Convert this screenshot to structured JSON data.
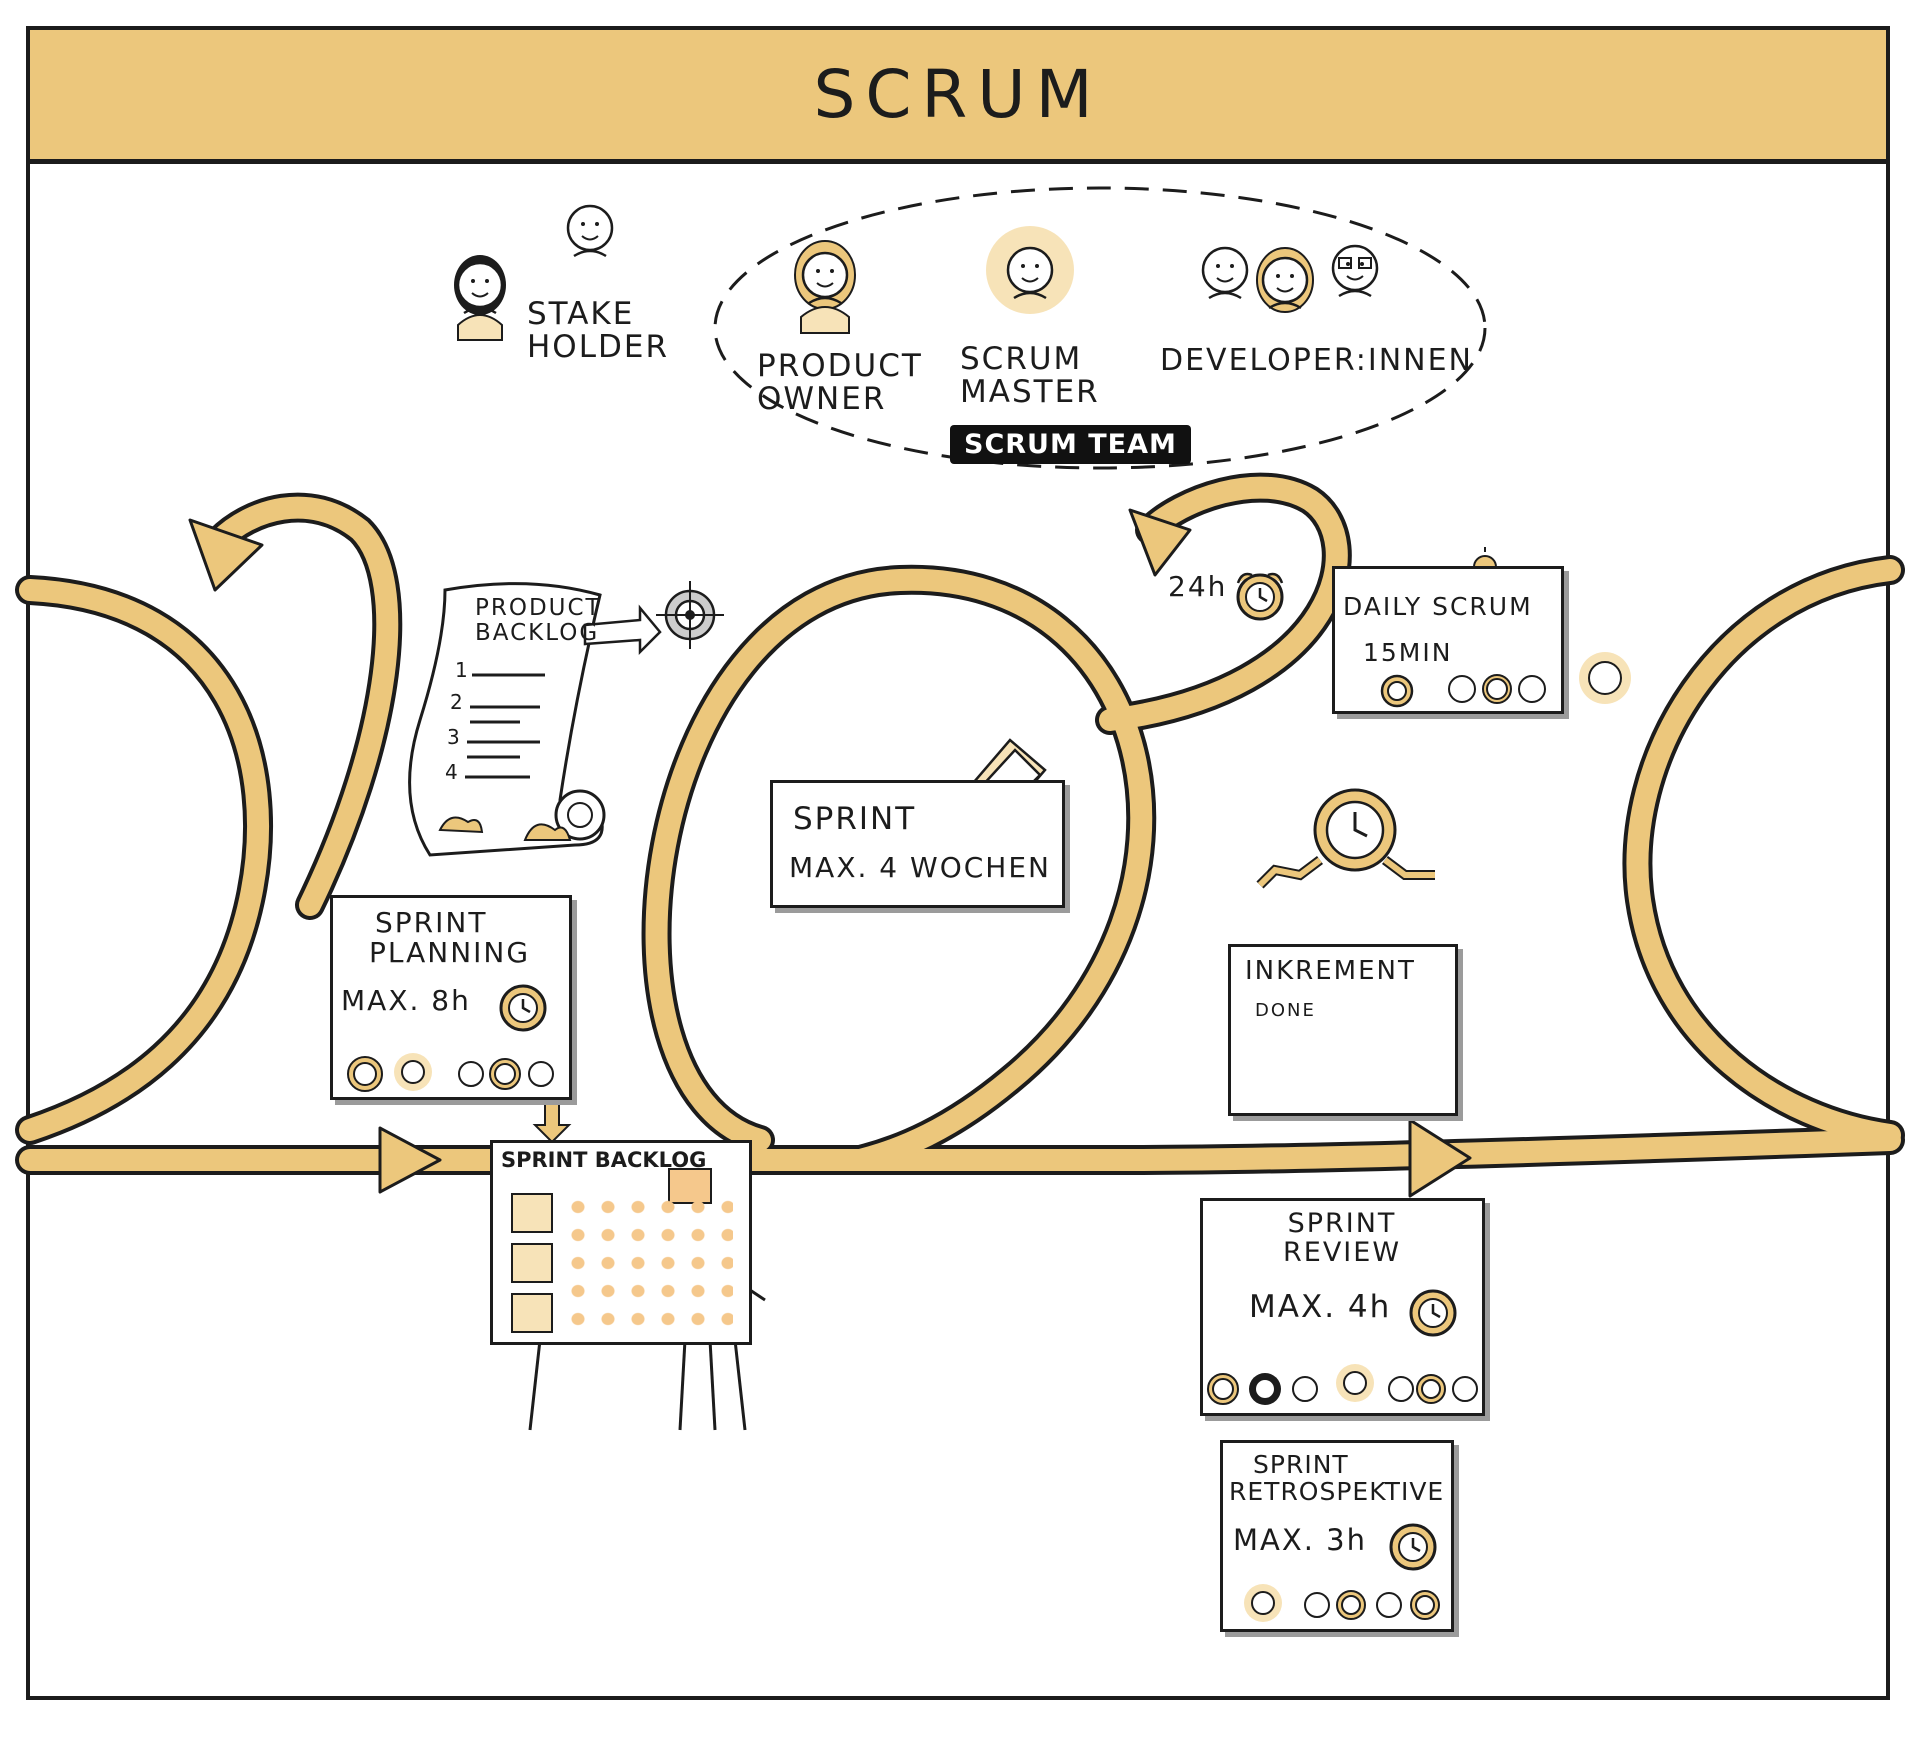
{
  "title": "SCRUM",
  "roles": {
    "stakeholder": [
      "STAKE",
      "HOLDER"
    ],
    "product_owner": [
      "PRODUCT",
      "OWNER"
    ],
    "scrum_master": [
      "SCRUM",
      "MASTER"
    ],
    "developers": "DEVELOPER:INNEN",
    "team_label": "SCRUM TEAM"
  },
  "product_backlog": {
    "title": [
      "PRODUCT",
      "BACKLOG"
    ],
    "items": [
      "1",
      "2",
      "3",
      "4"
    ]
  },
  "sprint": {
    "title": "SPRINT",
    "duration": "MAX. 4 WOCHEN"
  },
  "daily_scrum": {
    "title": "DAILY SCRUM",
    "duration": "15MIN",
    "cycle": "24h"
  },
  "sprint_planning": {
    "title": [
      "SPRINT",
      "PLANNING"
    ],
    "duration": "MAX. 8h"
  },
  "sprint_backlog": {
    "title": "SPRINT BACKLOG"
  },
  "increment": {
    "title": "INKREMENT",
    "status": "DONE"
  },
  "sprint_review": {
    "title": [
      "SPRINT",
      "REVIEW"
    ],
    "duration": "MAX. 4h"
  },
  "sprint_retro": {
    "title": [
      "SPRINT",
      "RETROSPEKTIVE"
    ],
    "duration": "MAX. 3h"
  },
  "colors": {
    "accent": "#ecc77c",
    "accent_dark": "#d9a94e",
    "outline": "#1c1c1c",
    "sticky": "#f5c88c",
    "face_fill": "#f7e3b8"
  }
}
